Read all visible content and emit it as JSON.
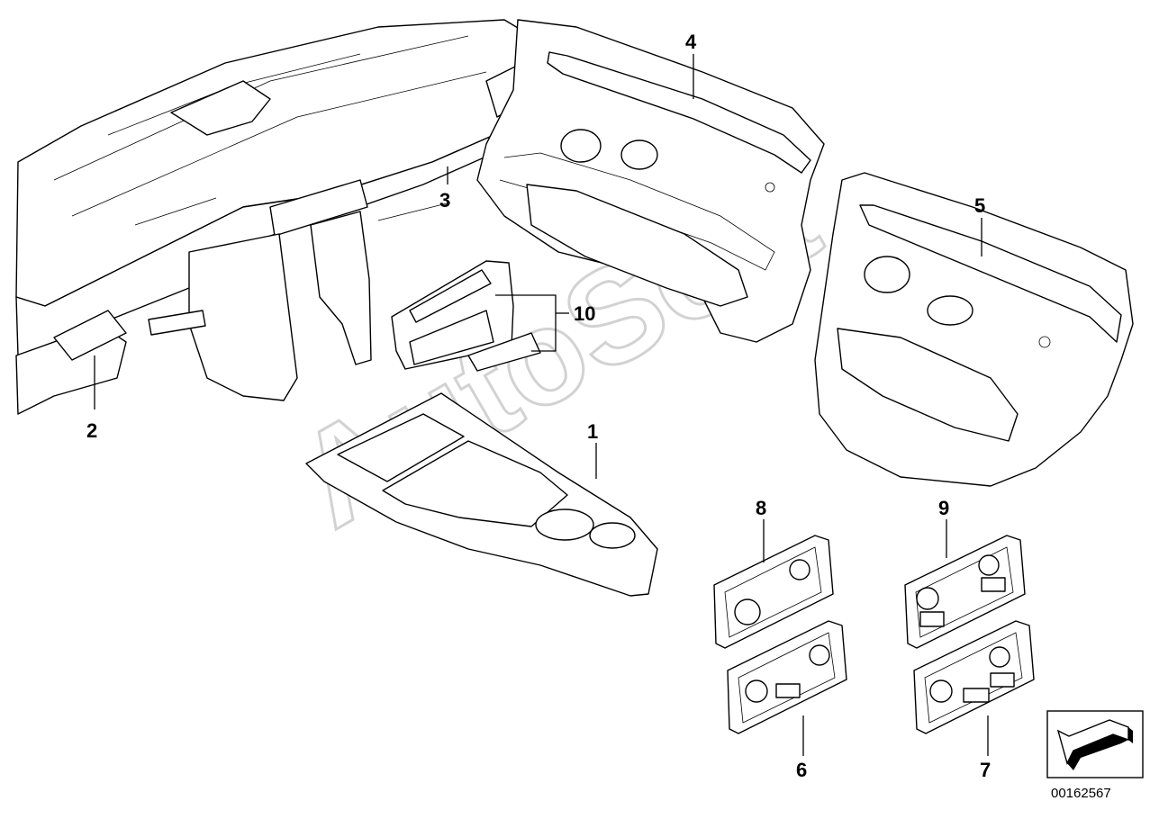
{
  "callouts": [
    {
      "id": "1",
      "label": "1"
    },
    {
      "id": "2",
      "label": "2"
    },
    {
      "id": "3",
      "label": "3"
    },
    {
      "id": "4",
      "label": "4"
    },
    {
      "id": "5",
      "label": "5"
    },
    {
      "id": "6",
      "label": "6"
    },
    {
      "id": "7",
      "label": "7"
    },
    {
      "id": "8",
      "label": "8"
    },
    {
      "id": "9",
      "label": "9"
    },
    {
      "id": "10",
      "label": "10"
    }
  ],
  "watermark": "AutoSoft",
  "document_number": "00162567",
  "icons": {
    "orientation": "direction-arrow-icon"
  },
  "colors": {
    "line": "#000000",
    "background": "#ffffff",
    "watermark": "#d2d2d2"
  }
}
